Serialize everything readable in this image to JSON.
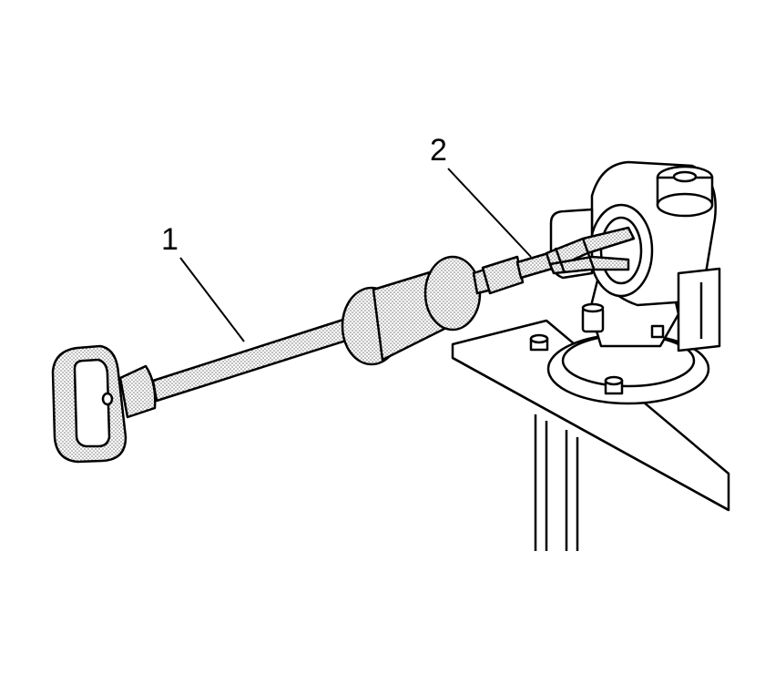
{
  "callouts": [
    {
      "id": "1",
      "text": "1"
    },
    {
      "id": "2",
      "text": "2"
    }
  ],
  "colors": {
    "ink": "#000000",
    "paper": "#ffffff",
    "stipple": "#9a9a9a"
  }
}
